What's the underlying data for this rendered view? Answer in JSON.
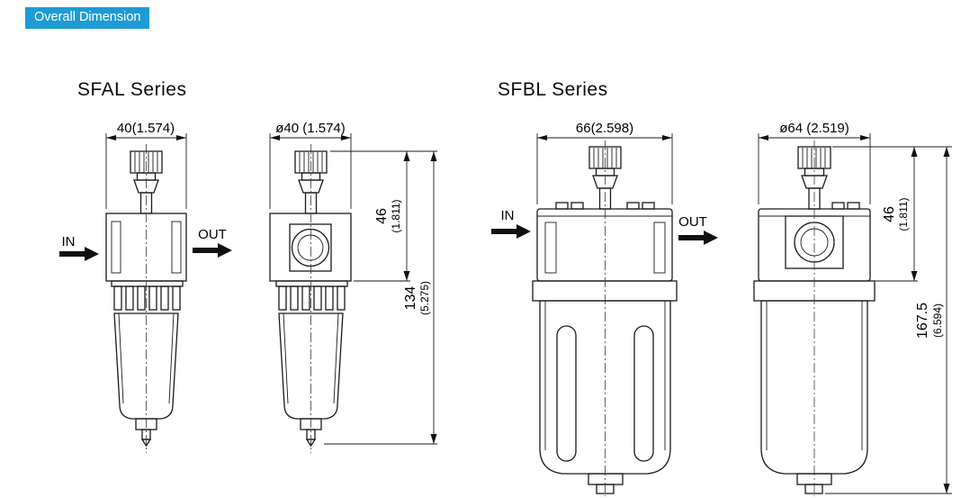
{
  "badge": {
    "label": "Overall Dimension",
    "bg_color": "#1e9cd4",
    "text_color": "#ffffff"
  },
  "sfal": {
    "title": "SFAL Series",
    "front": {
      "width": "40(1.574)",
      "in": "IN",
      "out": "OUT"
    },
    "side": {
      "diameter": "ø40 (1.574)",
      "upper_mm": "46",
      "upper_in": "(1.811)",
      "total_mm": "134",
      "total_in": "(5.275)"
    }
  },
  "sfbl": {
    "title": "SFBL Series",
    "front": {
      "width": "66(2.598)",
      "in": "IN",
      "out": "OUT"
    },
    "side": {
      "diameter": "ø64 (2.519)",
      "upper_mm": "46",
      "upper_in": "(1.811)",
      "total_mm": "167.5",
      "total_in": "(6.594)"
    }
  },
  "colors": {
    "line": "#1a1a1a"
  }
}
